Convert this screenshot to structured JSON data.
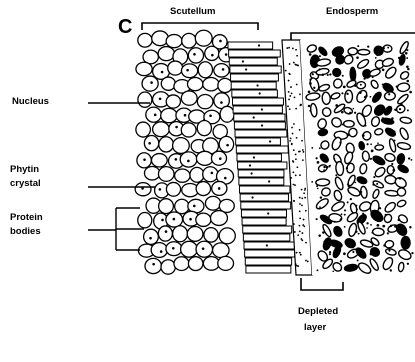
{
  "panel_letter": "C",
  "labels": {
    "scutellum": "Scutellum",
    "endosperm": "Endosperm",
    "nucleus": "Nucleus",
    "phytin_line1": "Phytin",
    "phytin_line2": "crystal",
    "protein_line1": "Protein",
    "protein_line2": "bodies",
    "depleted_line1": "Depleted",
    "depleted_line2": "layer"
  }
}
